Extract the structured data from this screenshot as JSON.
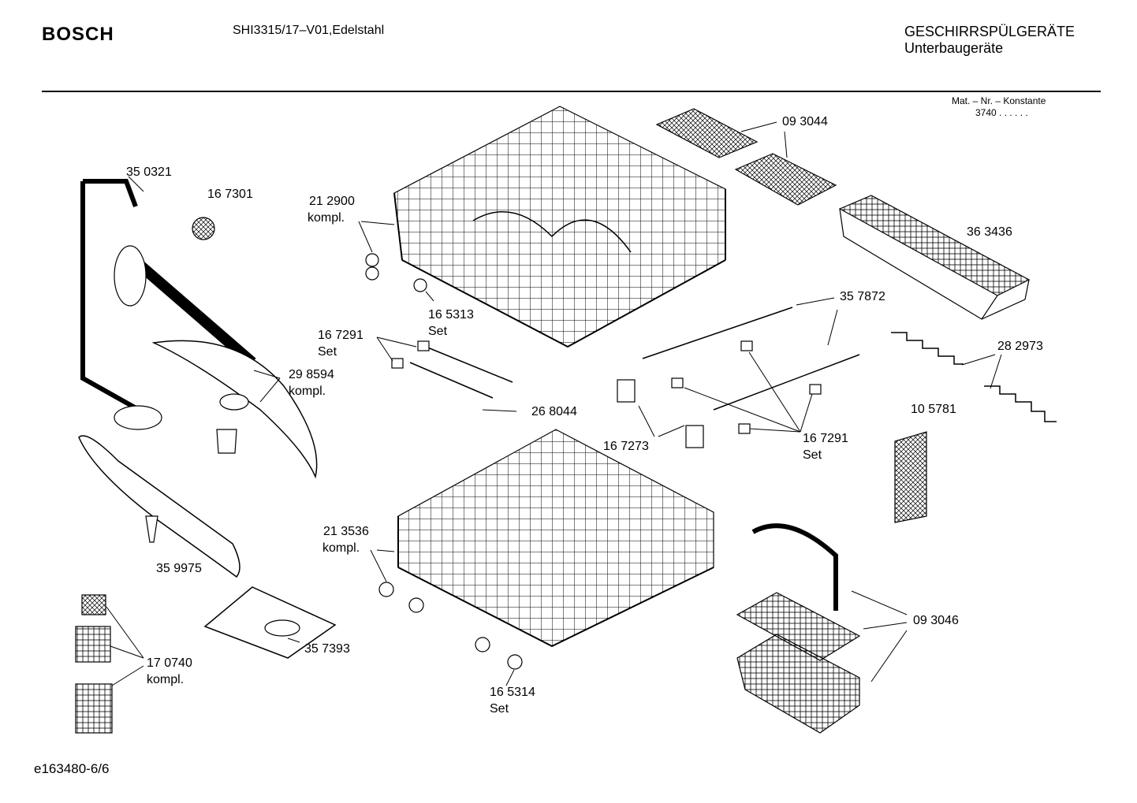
{
  "header": {
    "brand": "BOSCH",
    "model": "SHI3315/17–V01,Edelstahl",
    "category_line1": "GESCHIRRSPÜLGERÄTE",
    "category_line2": "Unterbaugeräte",
    "mat_label": "Mat. – Nr. – Konstante",
    "mat_value": "3740  .  .    .  .  .  ."
  },
  "parts": {
    "p093044": "09 3044",
    "p350321": "35 0321",
    "p167301": "16 7301",
    "p212900": "21 2900",
    "p212900_sub": "kompl.",
    "p363436": "36 3436",
    "p165313": "16 5313",
    "p165313_sub": "Set",
    "p357872": "35 7872",
    "p167291a": "16 7291",
    "p167291a_sub": "Set",
    "p298594": "29 8594",
    "p298594_sub": "kompl.",
    "p282973": "28 2973",
    "p268044": "26 8044",
    "p105781": "10 5781",
    "p167273": "16 7273",
    "p167291b": "16 7291",
    "p167291b_sub": "Set",
    "p213536": "21 3536",
    "p213536_sub": "kompl.",
    "p359975": "35 9975",
    "p093046": "09 3046",
    "p357393": "35 7393",
    "p170740": "17 0740",
    "p170740_sub": "kompl.",
    "p165314": "16 5314",
    "p165314_sub": "Set"
  },
  "footer": {
    "doc_id": "e163480-6/6"
  }
}
